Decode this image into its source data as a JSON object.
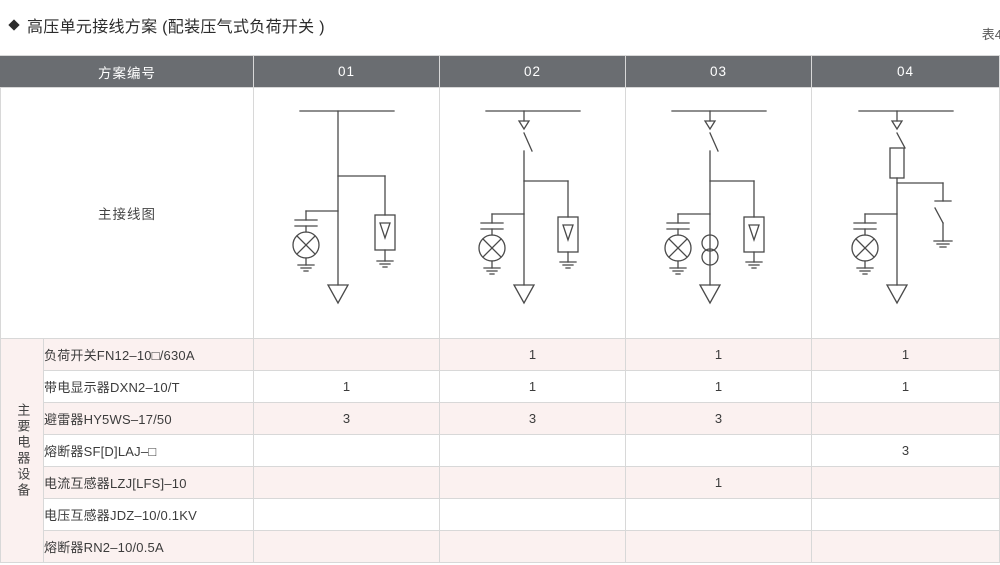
{
  "header": {
    "bullet": "diamond-bullet",
    "title": "高压单元接线方案 (配装压气式负荷开关 )",
    "table_number": "表4"
  },
  "table": {
    "header_row": {
      "scheme_label": "方案编号",
      "columns": [
        "01",
        "02",
        "03",
        "04"
      ]
    },
    "diagram_row": {
      "label": "主接线图",
      "diagrams": [
        {
          "scheme": "01",
          "elements": [
            "busbar",
            "voltage-indicator",
            "surge-arrester",
            "cable-outlet"
          ]
        },
        {
          "scheme": "02",
          "elements": [
            "busbar",
            "load-switch",
            "voltage-indicator",
            "surge-arrester",
            "cable-outlet"
          ]
        },
        {
          "scheme": "03",
          "elements": [
            "busbar",
            "load-switch",
            "voltage-indicator",
            "current-transformer",
            "surge-arrester",
            "cable-outlet"
          ]
        },
        {
          "scheme": "04",
          "elements": [
            "busbar",
            "load-switch",
            "fuse",
            "voltage-indicator",
            "earthing-switch",
            "cable-outlet"
          ]
        }
      ]
    },
    "side_label": "主要电器设备",
    "equipment_rows": [
      {
        "name": "负荷开关FN12–10□/630A",
        "values": [
          "",
          "1",
          "1",
          "1"
        ]
      },
      {
        "name": "带电显示器DXN2–10/T",
        "values": [
          "1",
          "1",
          "1",
          "1"
        ]
      },
      {
        "name": "避雷器HY5WS–17/50",
        "values": [
          "3",
          "3",
          "3",
          ""
        ]
      },
      {
        "name": "熔断器SF[D]LAJ–□",
        "values": [
          "",
          "",
          "",
          "3"
        ]
      },
      {
        "name": "电流互感器LZJ[LFS]–10",
        "values": [
          "",
          "",
          "1",
          ""
        ]
      },
      {
        "name": "电压互感器JDZ–10/0.1KV",
        "values": [
          "",
          "",
          "",
          ""
        ]
      },
      {
        "name": "熔断器RN2–10/0.5A",
        "values": [
          "",
          "",
          "",
          ""
        ]
      }
    ]
  },
  "colors": {
    "header_gray": "#6a6d71",
    "row_pink": "#fbf1f0",
    "row_white": "#ffffff",
    "border": "#d8d8d8",
    "line": "#4a4a4a"
  }
}
